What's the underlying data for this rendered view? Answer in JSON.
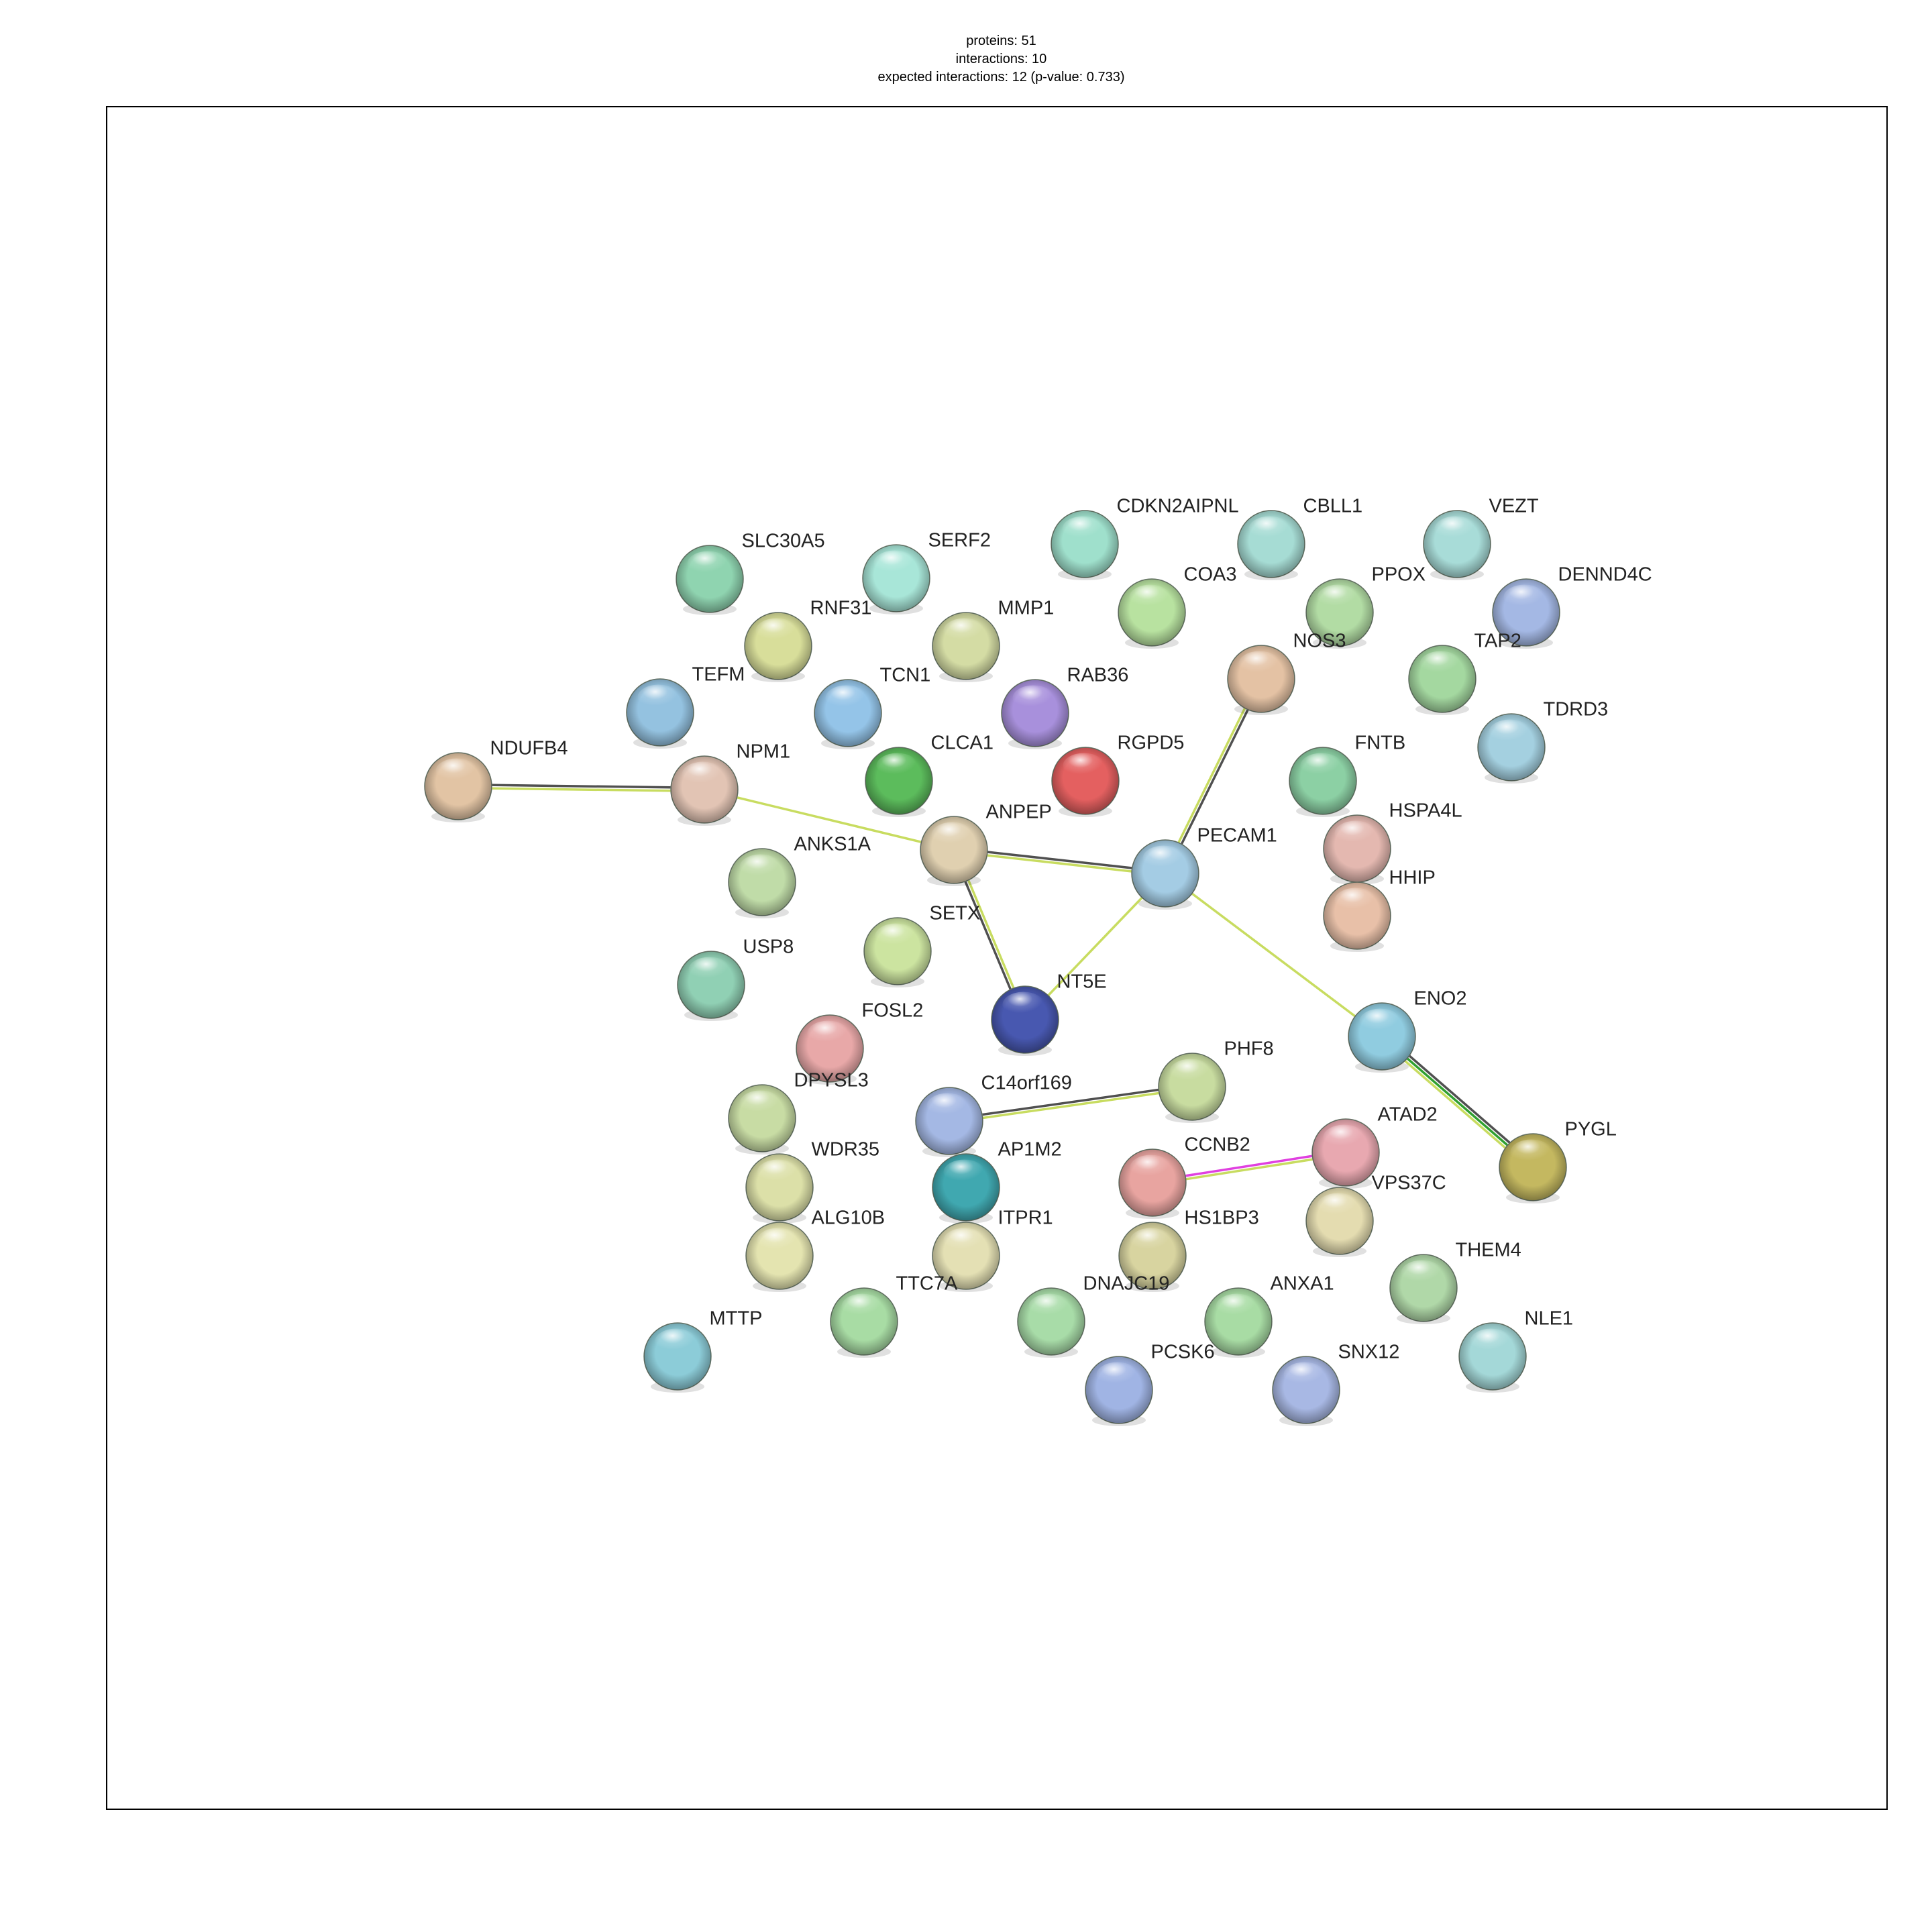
{
  "header": {
    "proteins": "proteins: 51",
    "interactions": "interactions: 10",
    "expected": "expected interactions: 12 (p-value: 0.733)"
  },
  "nodes": [
    {
      "id": "SLC30A5",
      "color": "#8fd4b0"
    },
    {
      "id": "SERF2",
      "color": "#a8e6d8"
    },
    {
      "id": "CDKN2AIPNL",
      "color": "#9fe0cc"
    },
    {
      "id": "CBLL1",
      "color": "#a6dcd4"
    },
    {
      "id": "VEZT",
      "color": "#a8dcd8"
    },
    {
      "id": "COA3",
      "color": "#b8e2a0"
    },
    {
      "id": "PPOX",
      "color": "#b2dca4"
    },
    {
      "id": "DENND4C",
      "color": "#a4b8e4"
    },
    {
      "id": "RNF31",
      "color": "#d8de9a"
    },
    {
      "id": "MMP1",
      "color": "#d4dca4"
    },
    {
      "id": "NOS3",
      "color": "#e4c2a4"
    },
    {
      "id": "TAP2",
      "color": "#a4d8a0"
    },
    {
      "id": "TEFM",
      "color": "#94c2e0"
    },
    {
      "id": "TCN1",
      "color": "#94c4e8"
    },
    {
      "id": "RAB36",
      "color": "#a890dc"
    },
    {
      "id": "TDRD3",
      "color": "#a4d0e0"
    },
    {
      "id": "NDUFB4",
      "color": "#e2c4a4"
    },
    {
      "id": "NPM1",
      "color": "#e2c4b4"
    },
    {
      "id": "CLCA1",
      "color": "#5cbc5c"
    },
    {
      "id": "RGPD5",
      "color": "#e46060"
    },
    {
      "id": "FNTB",
      "color": "#8cd0a4"
    },
    {
      "id": "ANPEP",
      "color": "#e0d0b0"
    },
    {
      "id": "ANKS1A",
      "color": "#c0dca8"
    },
    {
      "id": "PECAM1",
      "color": "#a4cce4"
    },
    {
      "id": "HSPA4L",
      "color": "#e4b8b0"
    },
    {
      "id": "HHIP",
      "color": "#e8c0a8"
    },
    {
      "id": "SETX",
      "color": "#cce4a0"
    },
    {
      "id": "USP8",
      "color": "#90d0b4"
    },
    {
      "id": "NT5E",
      "color": "#4858b0"
    },
    {
      "id": "ENO2",
      "color": "#90cce0"
    },
    {
      "id": "FOSL2",
      "color": "#e8a8a8"
    },
    {
      "id": "PHF8",
      "color": "#c8dca0"
    },
    {
      "id": "DPYSL3",
      "color": "#c8dca4"
    },
    {
      "id": "C14orf169",
      "color": "#a4b8e4"
    },
    {
      "id": "ATAD2",
      "color": "#e8a8b0"
    },
    {
      "id": "PYGL",
      "color": "#c4b860"
    },
    {
      "id": "WDR35",
      "color": "#dce0a8"
    },
    {
      "id": "AP1M2",
      "color": "#40a8b0"
    },
    {
      "id": "CCNB2",
      "color": "#e8a4a0"
    },
    {
      "id": "VPS37C",
      "color": "#e4dcb0"
    },
    {
      "id": "ALG10B",
      "color": "#e4e4b0"
    },
    {
      "id": "ITPR1",
      "color": "#e4e0b4"
    },
    {
      "id": "HS1BP3",
      "color": "#d8d4a0"
    },
    {
      "id": "THEM4",
      "color": "#b0d8a8"
    },
    {
      "id": "TTC7A",
      "color": "#a8dca4"
    },
    {
      "id": "DNAJC19",
      "color": "#a8dca8"
    },
    {
      "id": "ANXA1",
      "color": "#a8dca4"
    },
    {
      "id": "NLE1",
      "color": "#a4d8d8"
    },
    {
      "id": "MTTP",
      "color": "#8cccd8"
    },
    {
      "id": "PCSK6",
      "color": "#a0b4e4"
    },
    {
      "id": "SNX12",
      "color": "#a8b8e4"
    }
  ],
  "edges": [
    {
      "a": "NDUFB4",
      "b": "NPM1",
      "colors": [
        "#505050",
        "#c8dc60"
      ]
    },
    {
      "a": "NPM1",
      "b": "ANPEP",
      "colors": [
        "#c8dc60"
      ]
    },
    {
      "a": "ANPEP",
      "b": "PECAM1",
      "colors": [
        "#505050",
        "#c8dc60"
      ]
    },
    {
      "a": "ANPEP",
      "b": "NT5E",
      "colors": [
        "#c8dc60",
        "#505050"
      ]
    },
    {
      "a": "PECAM1",
      "b": "NOS3",
      "colors": [
        "#c8dc60",
        "#505050"
      ]
    },
    {
      "a": "PECAM1",
      "b": "NT5E",
      "colors": [
        "#c8dc60"
      ]
    },
    {
      "a": "PECAM1",
      "b": "ENO2",
      "colors": [
        "#c8dc60"
      ]
    },
    {
      "a": "ENO2",
      "b": "PYGL",
      "colors": [
        "#505050",
        "#30a030",
        "#c8dc60"
      ]
    },
    {
      "a": "C14orf169",
      "b": "PHF8",
      "colors": [
        "#505050",
        "#c8dc60"
      ]
    },
    {
      "a": "CCNB2",
      "b": "ATAD2",
      "colors": [
        "#e040e0",
        "#c8dc60"
      ]
    }
  ]
}
